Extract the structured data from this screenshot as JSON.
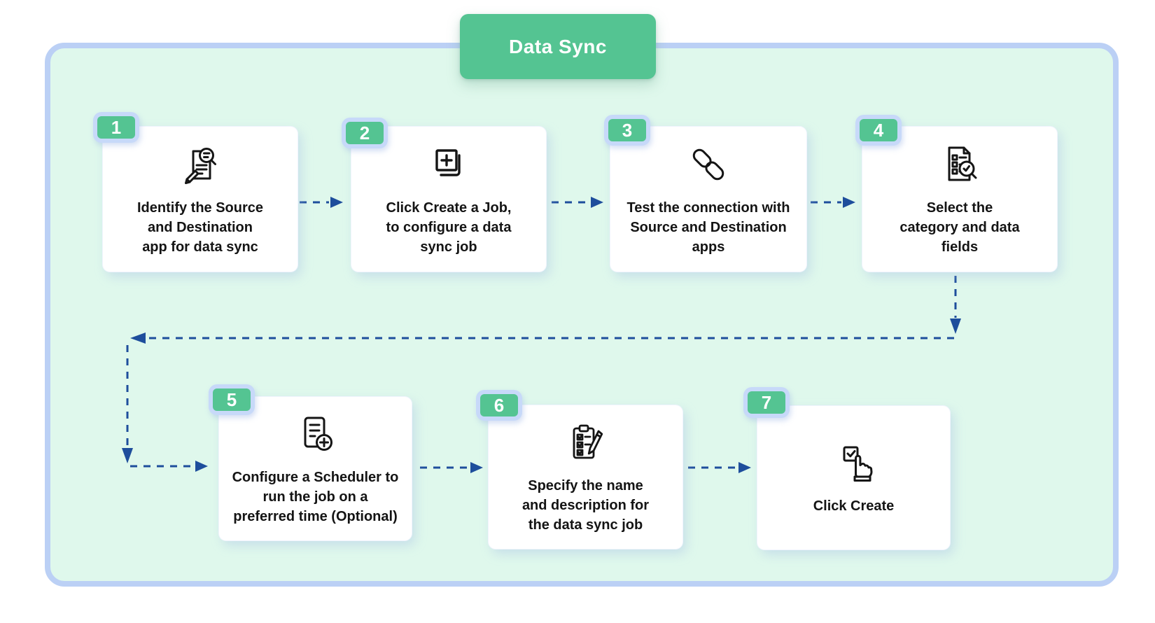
{
  "title": "Data Sync",
  "theme": {
    "green": "#54c492",
    "mint_bg": "#dff8ec",
    "panel_border": "#bbd0f5",
    "badge_border": "#c7d9f9",
    "arrow_blue": "#1e4e9c",
    "card_bg": "#ffffff",
    "text": "#141414",
    "title_text": "#ffffff"
  },
  "steps": [
    {
      "number": "1",
      "icon": "document-search-icon",
      "label": "Identify the Source\nand Destination\napp for data sync"
    },
    {
      "number": "2",
      "icon": "create-job-icon",
      "label": "Click Create a Job,\nto configure a data\nsync job"
    },
    {
      "number": "3",
      "icon": "link-icon",
      "label": "Test the connection with\nSource and Destination\napps"
    },
    {
      "number": "4",
      "icon": "checklist-search-icon",
      "label": "Select the\ncategory and data\nfields"
    },
    {
      "number": "5",
      "icon": "scheduler-add-icon",
      "label": "Configure a Scheduler to\nrun the job on a\npreferred time (Optional)"
    },
    {
      "number": "6",
      "icon": "clipboard-edit-icon",
      "label": "Specify the name\nand description for\nthe data sync job"
    },
    {
      "number": "7",
      "icon": "click-create-icon",
      "label": "Click Create"
    }
  ]
}
